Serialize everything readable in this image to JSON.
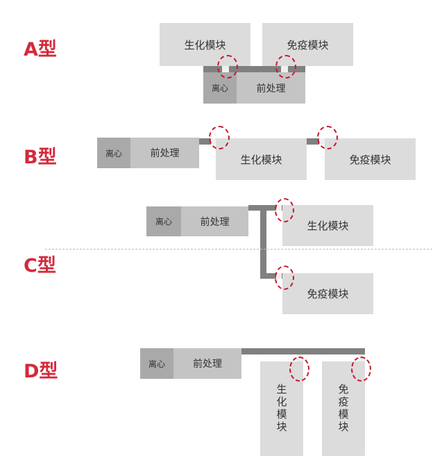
{
  "types": {
    "a": "A型",
    "b": "B型",
    "c": "C型",
    "d": "D型"
  },
  "modules": {
    "biochem": "生化模块",
    "immuno": "免疫模块",
    "pretreat": "前处理",
    "centrifuge": "离心"
  },
  "colors": {
    "accent": "#d42a3c",
    "module_bg": "#dcdcdc",
    "pretreat_bg": "#c4c4c4",
    "centrifuge_bg": "#a9a9a9",
    "track": "#808080"
  }
}
